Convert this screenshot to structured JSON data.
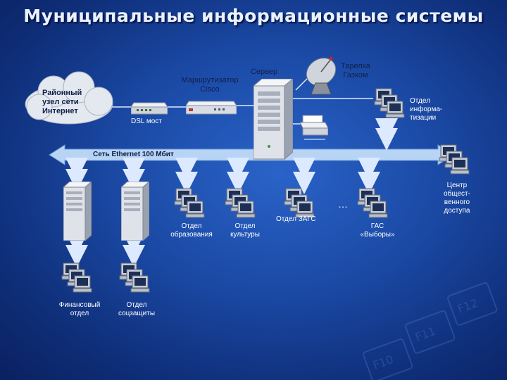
{
  "title": "Муниципальные информационные системы",
  "labels": {
    "district_node": [
      "Районный",
      "узел сети",
      "Интернет"
    ],
    "router": [
      "Маршрутизатор",
      "Cisco"
    ],
    "server": "Сервер",
    "dish": [
      "Тарелка",
      "Газком"
    ],
    "it_dept": [
      "Отдел",
      "информа-",
      "тизации"
    ],
    "dsl": "DSL мост",
    "ethernet": "Сеть Ethernet 100 Мбит",
    "public_center": [
      "Центр",
      "общест-",
      "венного",
      "доступа"
    ],
    "education": [
      "Отдел",
      "образования"
    ],
    "culture": [
      "Отдел",
      "культуры"
    ],
    "zags": "Отдел ЗАГС",
    "ellipsis": "…",
    "gas": [
      "ГАС",
      "«Выборы»"
    ],
    "finance": [
      "Финансовый",
      "отдел"
    ],
    "social": [
      "Отдел",
      "соцзащиты"
    ]
  },
  "colors": {
    "ethernet_bar": "#b8d4f5",
    "arrow": "#dde9ff",
    "cloud": "#e4e8ef"
  },
  "background_keys": [
    "F10",
    "F11",
    "F12"
  ]
}
